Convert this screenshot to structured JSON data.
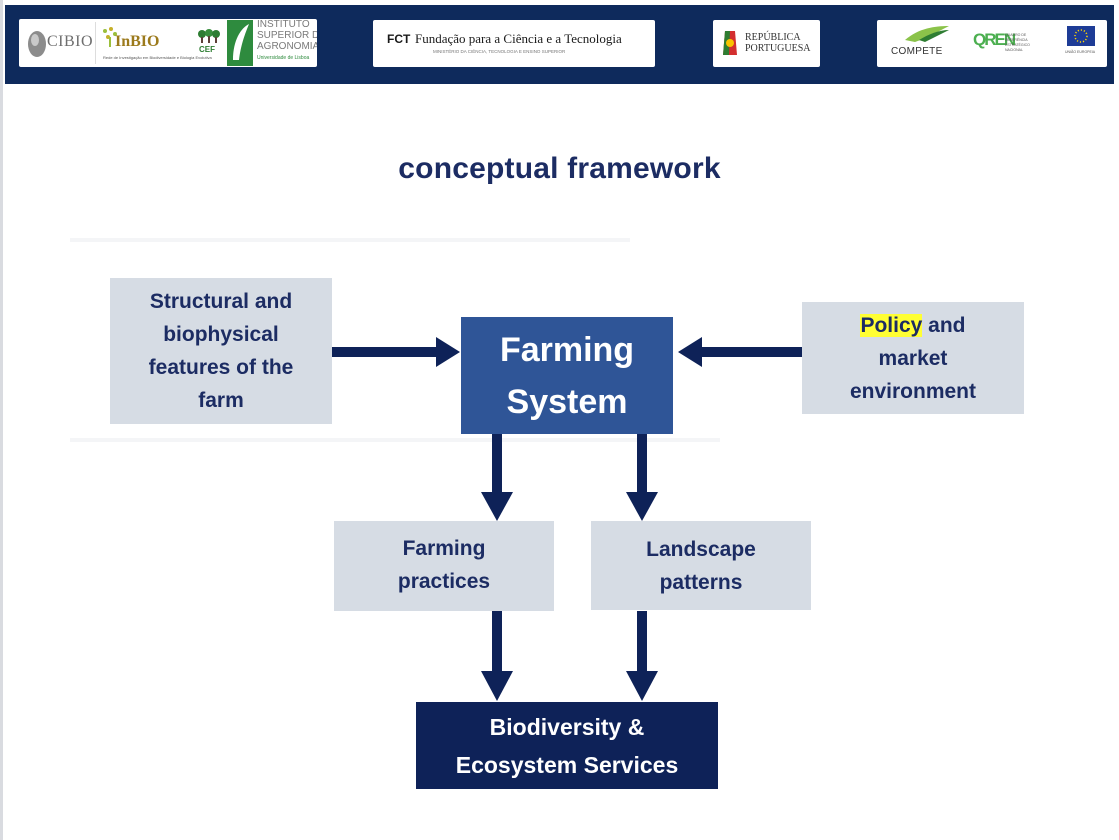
{
  "header": {
    "logos": {
      "cibio": "CIBIO",
      "inbio": "InBIO",
      "inbio_sub": "Rede de Investigação em Biodiversidade e Biologia Evolutiva",
      "cef": "CEF",
      "isa_line1": "INSTITUTO",
      "isa_line2": "SUPERIOR DE",
      "isa_line3": "AGRONOMIA",
      "isa_line4": "Universidade de Lisboa",
      "fct_abbr": "FCT",
      "fct_name": "Fundação para a Ciência e a Tecnologia",
      "fct_sub": "MINISTÉRIO DA CIÊNCIA, TECNOLOGIA E ENSINO SUPERIOR",
      "republica_line1": "REPÚBLICA",
      "republica_line2": "PORTUGUESA",
      "compete": "COMPETE",
      "qren": "QREN",
      "qren_sub": "QUADRO DE REFERÊNCIA ESTRATÉGICO NACIONAL",
      "eu_sub": "UNIÃO EUROPEIA"
    }
  },
  "title": "conceptual framework",
  "diagram": {
    "left_box": [
      "Structural and",
      "biophysical",
      "features of the",
      "farm"
    ],
    "center_box": [
      "Farming",
      "System"
    ],
    "right_box": {
      "highlight": "Policy",
      "line1_rest": " and",
      "line2": "market",
      "line3": "environment"
    },
    "practices_box": [
      "Farming",
      "practices"
    ],
    "landscape_box": [
      "Landscape",
      "patterns"
    ],
    "bottom_box": [
      "Biodiversity &",
      "Ecosystem Services"
    ]
  },
  "colors": {
    "header_bg": "#0e2a5c",
    "title": "#1c2c63",
    "light_box": "#d6dce4",
    "center_box": "#2f5597",
    "dark_box": "#0e2258",
    "arrow": "#0e2258",
    "highlight": "#ffff33"
  }
}
